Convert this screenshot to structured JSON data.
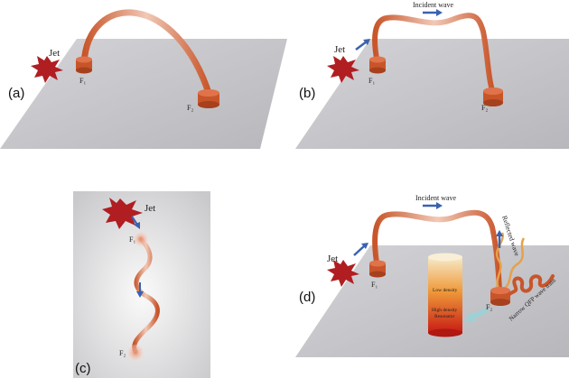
{
  "panels": {
    "a": {
      "label": "(a)",
      "jet": "Jet",
      "f1": "F₁",
      "f2": "F₂"
    },
    "b": {
      "label": "(b)",
      "jet": "Jet",
      "f1": "F₁",
      "f2": "F₂",
      "incident": "Incident wave"
    },
    "c": {
      "label": "(c)",
      "jet": "Jet",
      "f1": "F₁",
      "f2": "F₂"
    },
    "d": {
      "label": "(d)",
      "jet": "Jet",
      "f1": "F₁",
      "f2": "F₂",
      "incident": "Incident wave",
      "reflected": "Reflected wave",
      "narrow": "Narrow QFP wave train",
      "low_density": "Low density",
      "high_density": "High density",
      "resonator": "Resonator"
    }
  },
  "colors": {
    "plane": "#c8c8cc",
    "loop": "#d98a6a",
    "footpoint": "#c8552a",
    "jet": "#b01e22",
    "arrow": "#3a62b0"
  }
}
